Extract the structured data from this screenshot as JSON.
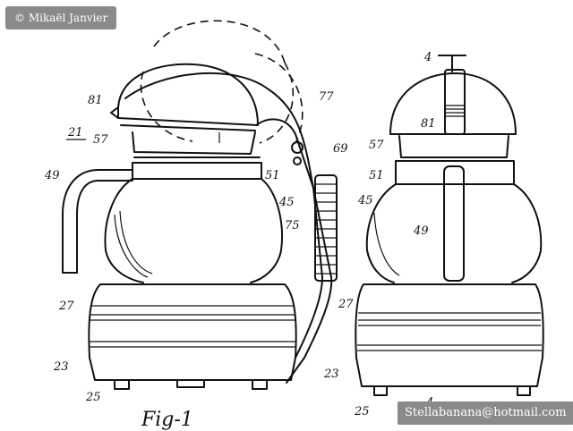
{
  "watermarks": {
    "credit": "© Mikaël Janvier",
    "email": "Stellabanana@hotmail.com"
  },
  "figure": {
    "caption": "Fig-1"
  },
  "reference_numerals": {
    "n81": "81",
    "n21": "21",
    "n57": "57",
    "n49": "49",
    "n77": "77",
    "n69": "69",
    "n51": "51",
    "n45": "45",
    "n75": "75",
    "n27": "27",
    "n23": "23",
    "n25": "25",
    "r4_top": "4",
    "r81": "81",
    "r57": "57",
    "r51": "51",
    "r45": "45",
    "r49": "49",
    "r27": "27",
    "r23": "23",
    "r25": "25",
    "r4_bottom": "4"
  }
}
